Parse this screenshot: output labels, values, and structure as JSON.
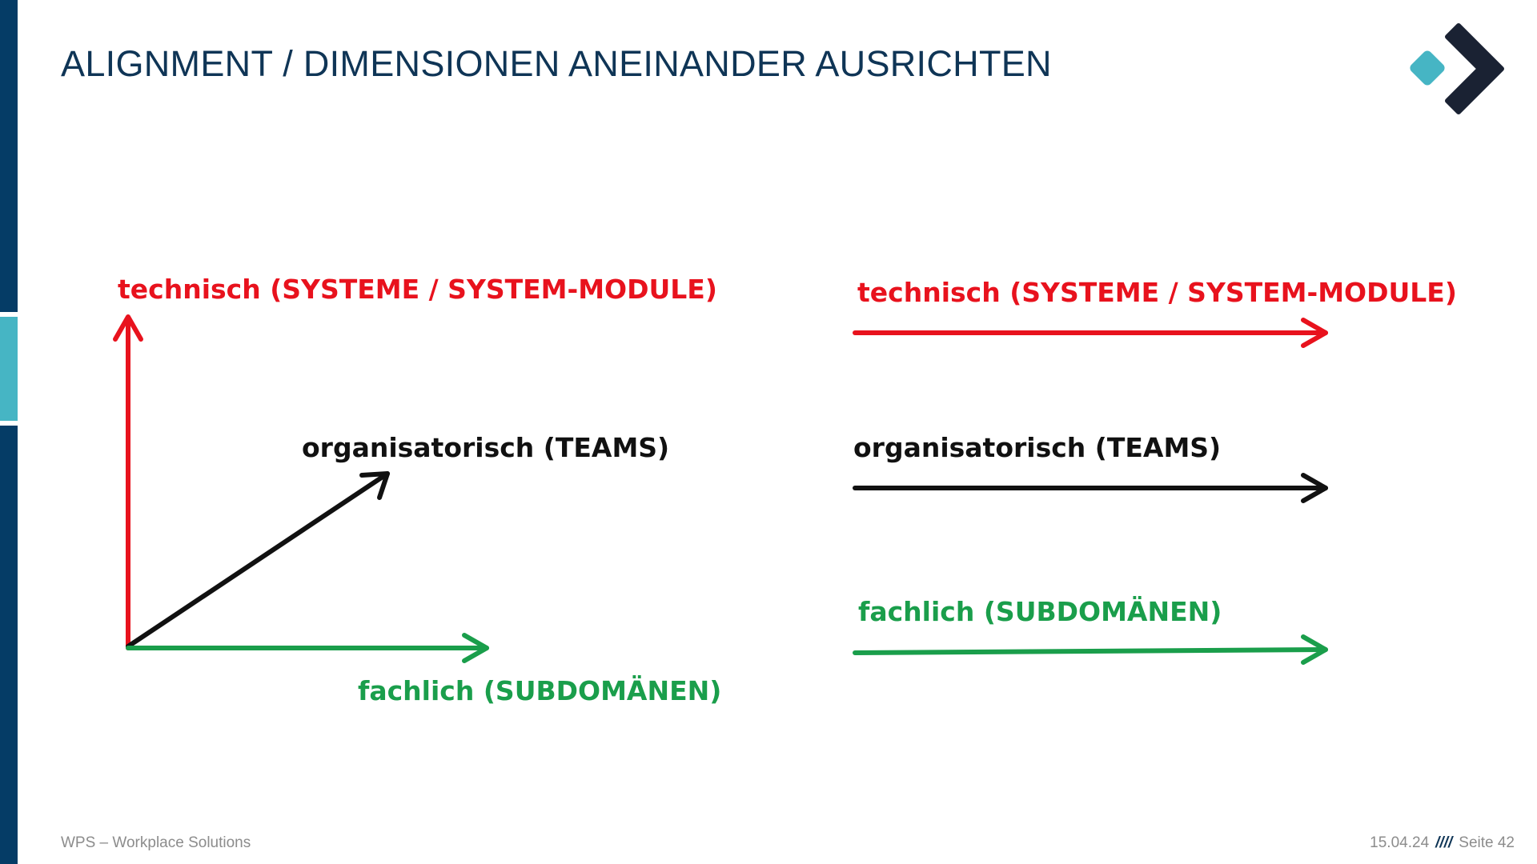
{
  "slide": {
    "title": "ALIGNMENT / DIMENSIONEN ANEINANDER AUSRICHTEN"
  },
  "diagram": {
    "left": {
      "technical_label": "technisch (SYSTEME / SYSTEM-MODULE)",
      "organizational_label": "organisatorisch (TEAMS)",
      "domain_label": "fachlich (SUBDOMÄNEN)"
    },
    "right": {
      "technical_label": "technisch (SYSTEME / SYSTEM-MODULE)",
      "organizational_label": "organisatorisch (TEAMS)",
      "domain_label": "fachlich (SUBDOMÄNEN)"
    },
    "colors": {
      "technical": "#e8121d",
      "organizational": "#111111",
      "domain": "#1a9e4b"
    }
  },
  "footer": {
    "company": "WPS – Workplace Solutions",
    "date": "15.04.24",
    "separator": "////",
    "page": "Seite 42"
  },
  "logo": {
    "icon": "wps-logo-icon",
    "colors": [
      "#46b5c4",
      "#1a2233"
    ]
  }
}
